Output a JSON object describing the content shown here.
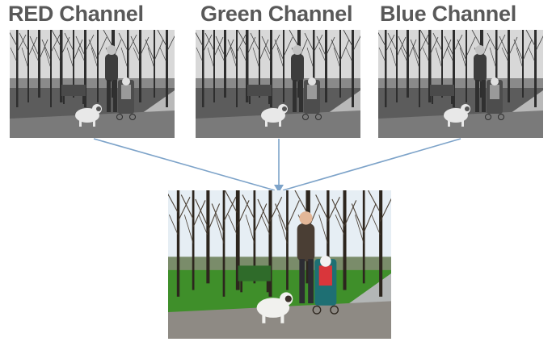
{
  "channels": [
    {
      "label": "RED Channel"
    },
    {
      "label": "Green Channel"
    },
    {
      "label": "Blue Channel"
    }
  ],
  "colors": {
    "label_text": "#595959",
    "arrow": "#7da3c9"
  }
}
